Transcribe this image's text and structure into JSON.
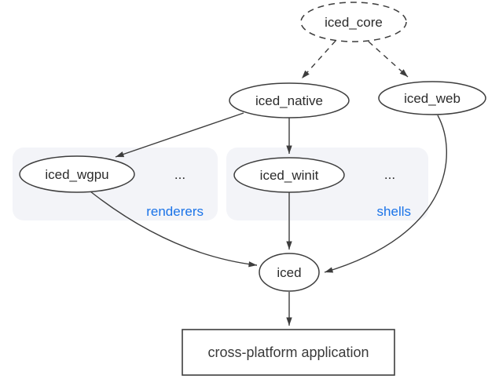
{
  "diagram": {
    "type": "dependency-graph",
    "subject": "iced ecosystem",
    "nodes": {
      "iced_core": {
        "label": "iced_core",
        "shape": "ellipse",
        "border": "dashed"
      },
      "iced_native": {
        "label": "iced_native",
        "shape": "ellipse",
        "border": "solid"
      },
      "iced_web": {
        "label": "iced_web",
        "shape": "ellipse",
        "border": "solid"
      },
      "iced_wgpu": {
        "label": "iced_wgpu",
        "shape": "ellipse",
        "border": "solid",
        "group": "renderers"
      },
      "iced_winit": {
        "label": "iced_winit",
        "shape": "ellipse",
        "border": "solid",
        "group": "shells"
      },
      "iced": {
        "label": "iced",
        "shape": "ellipse",
        "border": "solid"
      },
      "cross_platform_application": {
        "label": "cross-platform application",
        "shape": "rectangle",
        "border": "solid"
      }
    },
    "groups": {
      "renderers": {
        "label": "renderers",
        "ellipsis": "..."
      },
      "shells": {
        "label": "shells",
        "ellipsis": "..."
      }
    },
    "edges": [
      {
        "from": "iced_core",
        "to": "iced_native",
        "style": "dashed"
      },
      {
        "from": "iced_core",
        "to": "iced_web",
        "style": "dashed"
      },
      {
        "from": "iced_native",
        "to": "iced_wgpu",
        "style": "solid"
      },
      {
        "from": "iced_native",
        "to": "iced_winit",
        "style": "solid"
      },
      {
        "from": "iced_wgpu",
        "to": "iced",
        "style": "solid"
      },
      {
        "from": "iced_winit",
        "to": "iced",
        "style": "solid"
      },
      {
        "from": "iced_web",
        "to": "iced",
        "style": "solid"
      },
      {
        "from": "iced",
        "to": "cross_platform_application",
        "style": "solid"
      }
    ],
    "colors": {
      "background": "#ffffff",
      "stroke": "#3d3d3d",
      "text": "#2b2b2b",
      "group_fill": "#f3f4f8",
      "group_label_blue": "#1a73e8"
    }
  }
}
